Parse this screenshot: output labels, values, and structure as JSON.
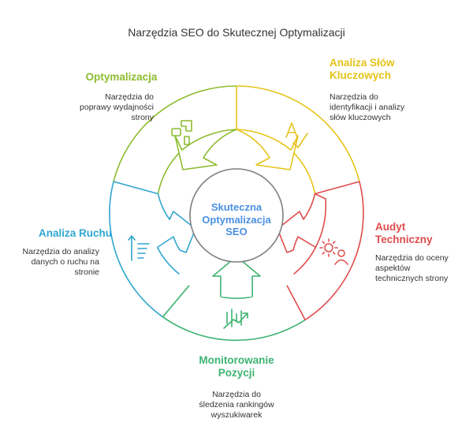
{
  "title": "Narzędzia SEO do Skutecznej Optymalizacji",
  "center": {
    "line1": "Skuteczna",
    "line2": "Optymalizacja",
    "line3": "SEO",
    "color": "#4a90e2",
    "border_color": "#7f7f7f"
  },
  "segments": [
    {
      "id": "optymalizacja",
      "title_lines": [
        "Optymalizacja"
      ],
      "desc_lines": [
        "Narzędzia do",
        "poprawy wydajności",
        "strony"
      ],
      "color": "#8dbc2f",
      "icon": "funnel-blocks-icon"
    },
    {
      "id": "analiza-slow",
      "title_lines": [
        "Analiza Słów",
        "Kluczowych"
      ],
      "desc_lines": [
        "Narzędzia do",
        "identyfikacji i analizy",
        "słów kluczowych"
      ],
      "color": "#e6c319",
      "icon": "spellcheck-icon"
    },
    {
      "id": "audyt",
      "title_lines": [
        "Audyt",
        "Techniczny"
      ],
      "desc_lines": [
        "Narzędzia do oceny",
        "aspektów",
        "technicznych strony"
      ],
      "color": "#e04b4b",
      "icon": "gear-person-icon"
    },
    {
      "id": "monitorowanie",
      "title_lines": [
        "Monitorowanie",
        "Pozycji"
      ],
      "desc_lines": [
        "Narzędzia do",
        "śledzenia rankingów",
        "wyszukiwarek"
      ],
      "color": "#3cb371",
      "icon": "trend-chart-icon"
    },
    {
      "id": "analiza-ruchu",
      "title_lines": [
        "Analiza Ruchu"
      ],
      "desc_lines": [
        "Narzędzia do analizy",
        "danych o ruchu na",
        "stronie"
      ],
      "color": "#2fa6cf",
      "icon": "sort-list-icon"
    }
  ]
}
